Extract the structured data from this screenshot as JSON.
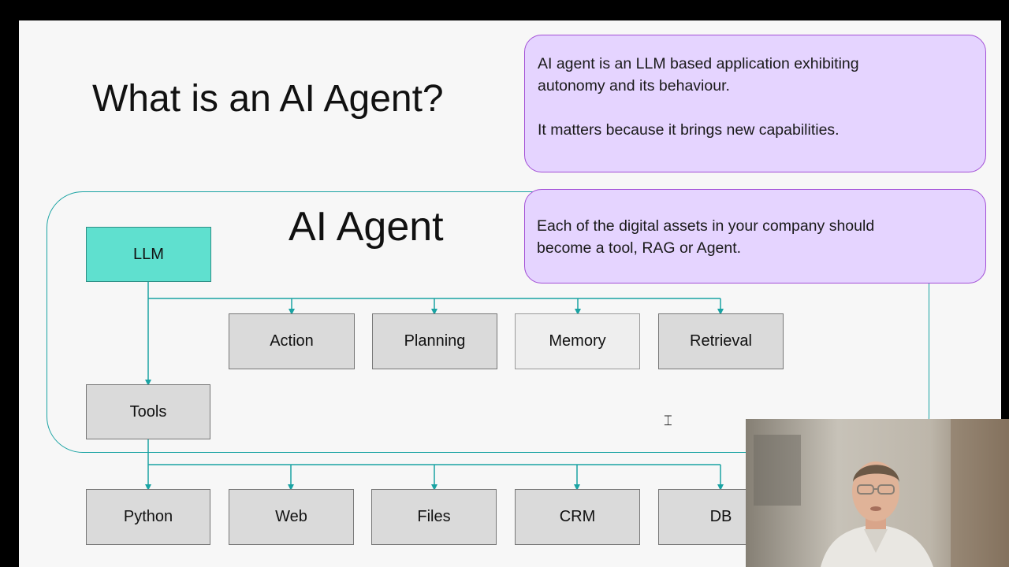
{
  "slide": {
    "title": "What is an AI Agent?",
    "container_label": "AI Agent"
  },
  "callouts": {
    "top": {
      "line1": "AI agent is an LLM based application exhibiting",
      "line2": "autonomy and its behaviour.",
      "line3": "It matters because it brings new capabilities."
    },
    "bottom": {
      "line1": "Each of the digital assets in your company should",
      "line2": "become a tool, RAG or Agent."
    }
  },
  "nodes": {
    "llm": "LLM",
    "tools": "Tools",
    "capabilities": [
      "Action",
      "Planning",
      "Memory",
      "Retrieval"
    ],
    "tool_targets": [
      "Python",
      "Web",
      "Files",
      "CRM",
      "DB"
    ]
  },
  "colors": {
    "accent_teal": "#1aa3a3",
    "llm_fill": "#5fe0cf",
    "callout_fill": "#e5d4ff",
    "callout_border": "#a24fd6",
    "box_fill": "#dadada"
  }
}
